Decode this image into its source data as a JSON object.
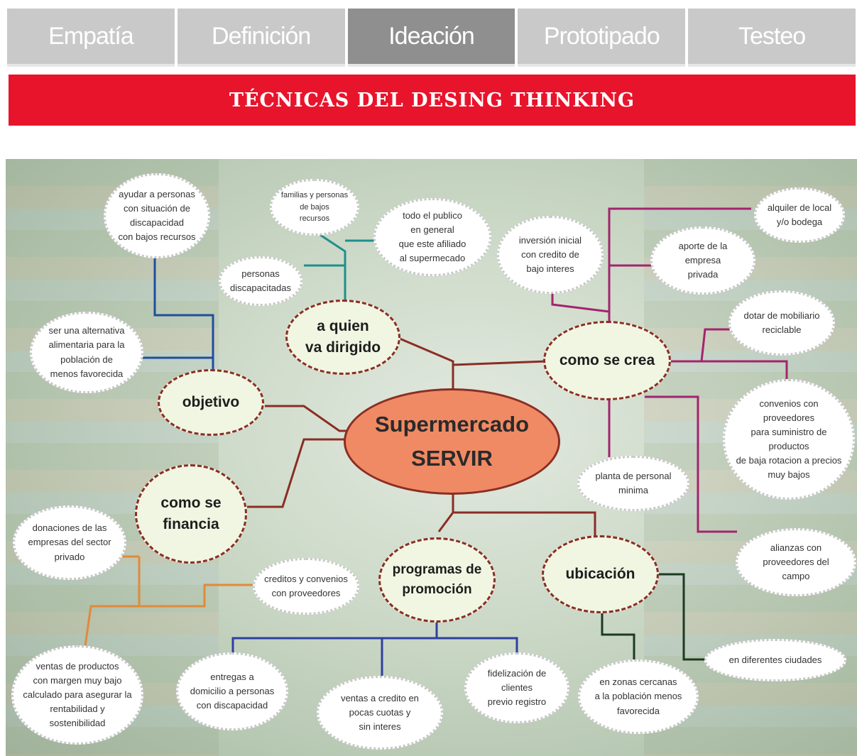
{
  "tabs": [
    "Empatía",
    "Definición",
    "Ideación",
    "Prototipado",
    "Testeo"
  ],
  "active_tab": "Ideación",
  "banner": "TÉCNICAS DEL DESING THINKING",
  "colors": {
    "banner": "#e8142b",
    "center_fill": "#f08a64",
    "branch_border": "#8a2e24"
  },
  "center": "Supermercado\nSERVIR",
  "branches": {
    "a_quien": "a quien\nva dirigido",
    "objetivo": "objetivo",
    "financia": "como se\nfinancia",
    "programas": "programas de\npromoción",
    "ubicacion": "ubicación",
    "crea": "como se crea"
  },
  "leaves": {
    "ayudar": "ayudar a personas\ncon situación de\ndiscapacidad\ncon bajos recursos",
    "familias": "familias y personas\nde bajos\nrecursos",
    "publico": "todo el publico\nen general\nque este afiliado\nal supermecado",
    "discapacitadas": "personas\ndiscapacitadas",
    "alternativa": "ser una alternativa\nalimentaria para la\npoblación de\nmenos favorecida",
    "donaciones": "donaciones de las\nempresas del sector\nprivado",
    "creditos": "creditos y convenios\ncon proveedores",
    "ventas_margen": "ventas de productos\ncon margen muy bajo\ncalculado para asegurar la\nrentabilidad y\nsostenibilidad",
    "entregas": "entregas a\ndomicilio a personas\ncon discapacidad",
    "ventas_credito": "ventas a credito en\npocas cuotas y\nsin interes",
    "fidelizacion": "fidelización de\nclientes\nprevio registro",
    "zonas": "en zonas cercanas\na la población menos\nfavorecida",
    "ciudades": "en diferentes ciudades",
    "inversion": "inversión inicial\ncon credito de\nbajo interes",
    "alquiler": "alquiler de local\ny/o bodega",
    "aporte": "aporte de la\nempresa\nprivada",
    "mobiliario": "dotar de mobiliario\nreciclable",
    "convenios": "convenios con\nproveedores\npara suministro de\nproductos\nde baja rotacion a precios\nmuy bajos",
    "planta": "planta de personal\nminima",
    "alianzas": "alianzas con\nproveedores del\ncampo"
  }
}
